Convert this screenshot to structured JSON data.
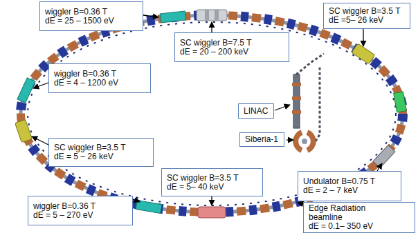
{
  "diagram": {
    "nodes": [
      {
        "text": [
          "wiggler B=0.36 T",
          "dE = 25 – 1500 eV"
        ]
      },
      {
        "text": [
          "SC wiggler B=3.5 T",
          "dE =5– 26 keV"
        ]
      },
      {
        "text": [
          "SC wiggler B=7.5 T",
          "dE = 20 – 200 keV"
        ]
      },
      {
        "text": [
          "wiggler B=0.36 T",
          "dE = 4 – 1200 eV"
        ]
      },
      {
        "text": [
          "LINAC"
        ]
      },
      {
        "text": [
          "Siberia-1"
        ]
      },
      {
        "text": [
          "SC wiggler B=3.5 T",
          "dE = 5 – 26 keV"
        ]
      },
      {
        "text": [
          "SC wiggler B=3.5 T",
          "dE = 5– 40 keV"
        ]
      },
      {
        "text": [
          "Undulator B=0.75 T",
          "dE = 2 – 7 keV"
        ]
      },
      {
        "text": [
          "wiggler B=0.36 T",
          "dE = 5 – 270 eV"
        ]
      },
      {
        "text": [
          "Edge Radiation beamline",
          "dE = 0.1– 350 eV"
        ]
      }
    ]
  }
}
